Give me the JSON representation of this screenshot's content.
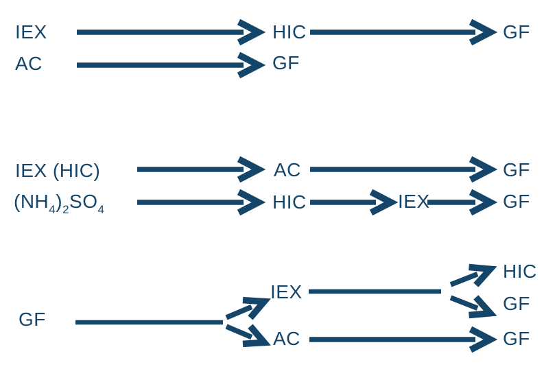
{
  "colors": {
    "ink": "#154669",
    "paper": "#ffffff"
  },
  "routes": [
    "IEX → HIC → GF",
    "AC → GF",
    "IEX (HIC) → AC → GF",
    "(NH4)2SO4 → HIC → IEX → GF",
    "GF → IEX → HIC",
    "GF → IEX → GF",
    "GF → AC → GF"
  ],
  "sections": {
    "top": {
      "row1": {
        "start": "IEX",
        "mid": "HIC",
        "end": "GF"
      },
      "row2": {
        "start": "AC",
        "end": "GF"
      }
    },
    "middle": {
      "row1": {
        "start": "IEX (HIC)",
        "mid": "AC",
        "end": "GF"
      },
      "row2": {
        "formula": {
          "p1": "(NH",
          "sub1": "4",
          "p2": ")",
          "sub2": "2",
          "p3": "SO",
          "sub3": "4"
        },
        "mid": "HIC",
        "mid2": "IEX",
        "end": "GF"
      }
    },
    "bottom": {
      "start": "GF",
      "branch_top": {
        "label": "IEX",
        "out_top": "HIC",
        "out_bottom": "GF"
      },
      "branch_bottom": {
        "label": "AC",
        "end": "GF"
      }
    }
  }
}
